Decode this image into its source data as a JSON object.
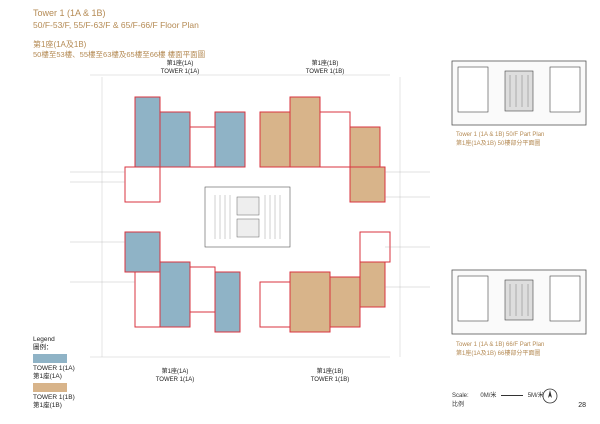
{
  "header": {
    "title_en": "Tower 1 (1A & 1B)",
    "floors_en": "50/F-53/F, 55/F-63/F & 65/F-66/F   Floor Plan",
    "title_zh": "第1座(1A及1B)",
    "floors_zh": "50樓至53樓、55樓至63樓及65樓至66樓  樓面平面圖"
  },
  "plan_labels": {
    "top_left_zh": "第1座(1A)",
    "top_left_en": "TOWER 1(1A)",
    "top_right_zh": "第1座(1B)",
    "top_right_en": "TOWER 1(1B)",
    "bottom_left_zh": "第1座(1A)",
    "bottom_left_en": "TOWER 1(1A)",
    "bottom_right_zh": "第1座(1B)",
    "bottom_right_en": "TOWER 1(1B)"
  },
  "legend": {
    "title_en": "Legend",
    "title_zh": "圖例：",
    "item_a_en": "TOWER 1(1A)",
    "item_a_zh": "第1座(1A)",
    "item_b_en": "TOWER 1(1B)",
    "item_b_zh": "第1座(1B)",
    "color_a": "#8fb3c6",
    "color_b": "#d8b48a"
  },
  "side_plans": {
    "upper_en": "Tower 1 (1A & 1B) 50/F Part Plan",
    "upper_zh": "第1座(1A及1B) 50樓部分平面圖",
    "lower_en": "Tower 1 (1A & 1B) 66/F Part Plan",
    "lower_zh": "第1座(1A及1B) 66樓部分平面圖"
  },
  "scale": {
    "label_en": "Scale:",
    "label_zh": "比例",
    "start": "0M/米",
    "end": "5M/米"
  },
  "page_number": "28",
  "colors": {
    "accent": "#b58b55",
    "wall": "#d9333f",
    "flat_a": "#8fb3c6",
    "flat_b": "#d8b48a"
  }
}
